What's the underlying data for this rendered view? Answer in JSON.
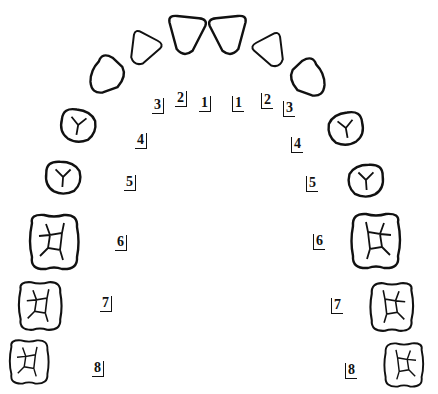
{
  "diagram": {
    "labels": [
      "1",
      "1",
      "2",
      "2",
      "3",
      "3",
      "4",
      "4",
      "5",
      "5",
      "6",
      "6",
      "7",
      "7",
      "8",
      "8"
    ]
  }
}
